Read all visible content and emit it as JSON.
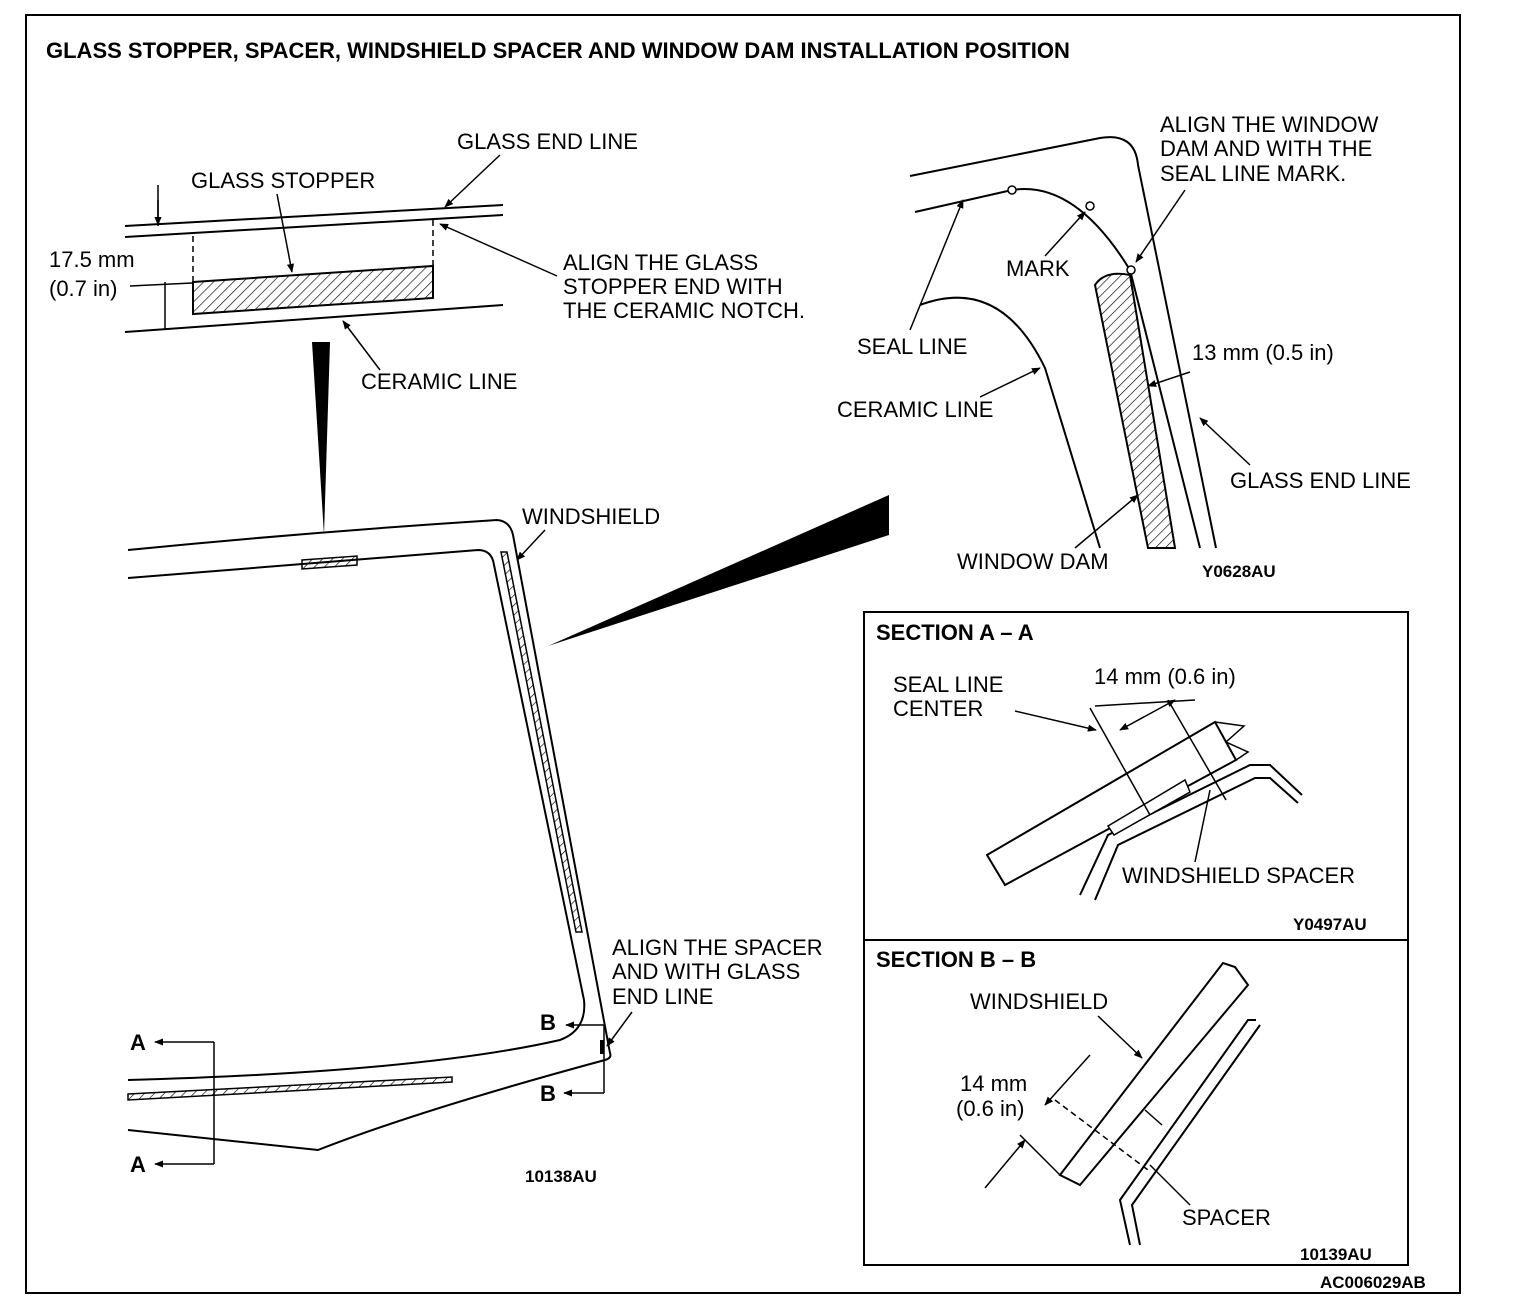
{
  "title": "GLASS STOPPER, SPACER, WINDSHIELD SPACER AND WINDOW DAM INSTALLATION POSITION",
  "stopper_detail": {
    "glass_end_line": "GLASS END LINE",
    "glass_stopper": "GLASS STOPPER",
    "dimension_mm": "17.5 mm",
    "dimension_in": "(0.7 in)",
    "align_note": [
      "ALIGN THE GLASS",
      "STOPPER END WITH",
      "THE CERAMIC NOTCH."
    ],
    "ceramic_line": "CERAMIC LINE"
  },
  "corner_detail": {
    "align_note": [
      "ALIGN THE WINDOW",
      "DAM AND WITH THE",
      "SEAL LINE MARK."
    ],
    "mark": "MARK",
    "seal_line": "SEAL LINE",
    "dimension": "13 mm (0.5 in)",
    "ceramic_line": "CERAMIC LINE",
    "glass_end_line": "GLASS END LINE",
    "window_dam": "WINDOW DAM",
    "code": "Y0628AU"
  },
  "windshield_view": {
    "windshield": "WINDSHIELD",
    "align_note": [
      "ALIGN THE SPACER",
      "AND WITH GLASS",
      "END LINE"
    ],
    "section_a": "A",
    "section_b": "B",
    "code": "10138AU"
  },
  "section_aa": {
    "heading": "SECTION A – A",
    "seal_line_center": [
      "SEAL LINE",
      "CENTER"
    ],
    "dimension": "14 mm (0.6 in)",
    "windshield_spacer": "WINDSHIELD SPACER",
    "code": "Y0497AU"
  },
  "section_bb": {
    "heading": "SECTION B – B",
    "windshield": "WINDSHIELD",
    "dimension_mm": "14 mm",
    "dimension_in": "(0.6 in)",
    "spacer": "SPACER",
    "code": "10139AU"
  },
  "figure_code": "AC006029AB",
  "colors": {
    "ink": "#000000",
    "paper": "#ffffff"
  }
}
